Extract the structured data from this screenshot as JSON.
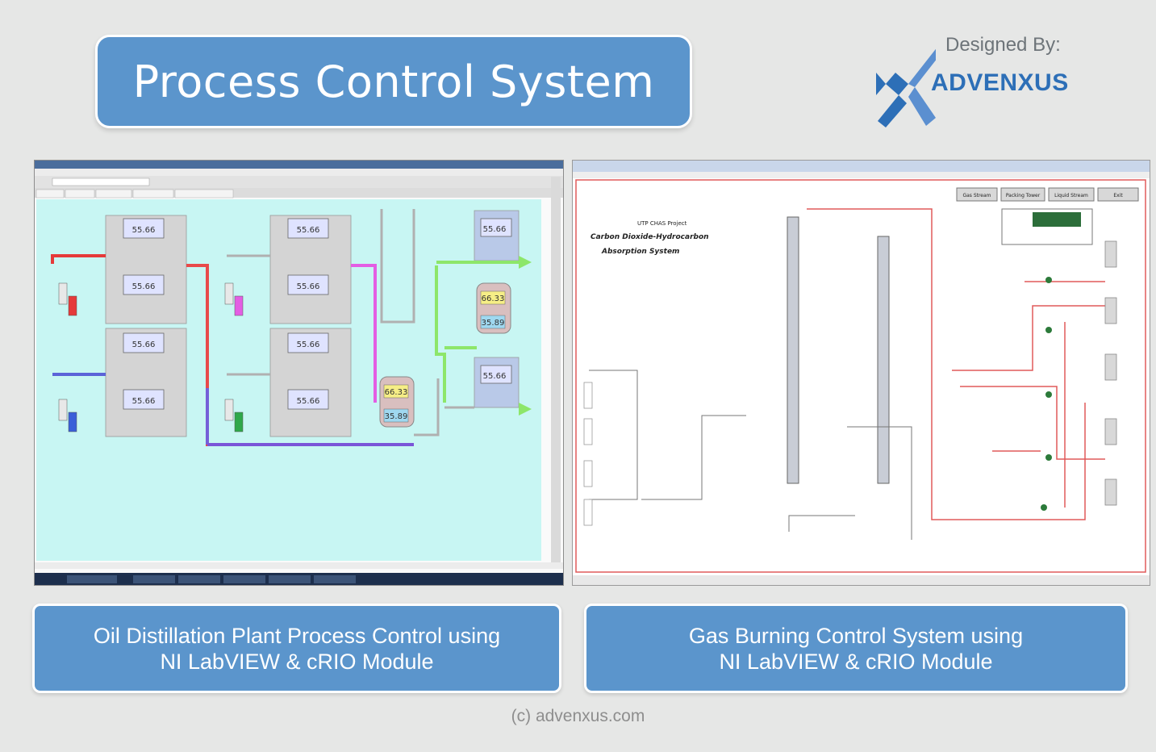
{
  "header": {
    "title": "Process Control System",
    "designed_by": "Designed By:",
    "brand": "ADVENXUS"
  },
  "left_panel": {
    "readout_main": "55.66",
    "readout_tank_a": "66.33",
    "readout_tank_b": "35.89",
    "caption_line1": "Oil Distillation Plant Process Control using",
    "caption_line2": "NI LabVIEW & cRIO Module"
  },
  "right_panel": {
    "project": "UTP CHAS Project",
    "subtitle_line1": "Carbon Dioxide-Hydrocarbon",
    "subtitle_line2": "Absorption System",
    "buttons": [
      "Gas Stream",
      "Packing Tower",
      "Liquid Stream",
      "Exit"
    ],
    "caption_line1": "Gas Burning Control System using",
    "caption_line2": "NI LabVIEW & cRIO Module"
  },
  "footer": {
    "text": "(c) advenxus.com"
  },
  "colors": {
    "accent": "#5b95cc",
    "brand": "#2d6fb7",
    "background": "#e6e7e6",
    "plant_canvas": "#c8f6f3"
  }
}
